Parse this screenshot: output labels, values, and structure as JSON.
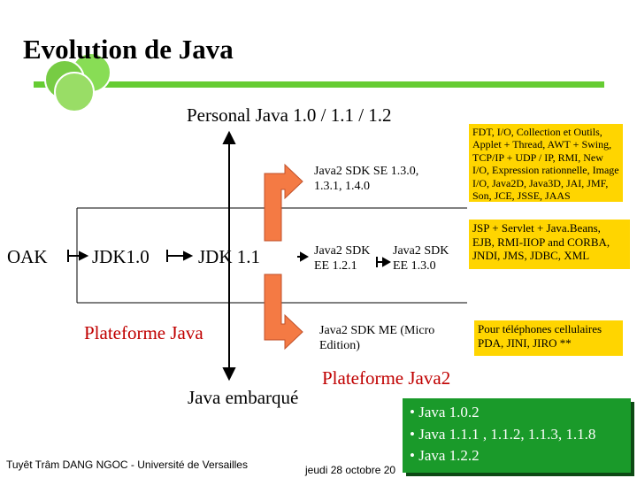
{
  "slide": {
    "title": "Evolution de Java",
    "personal_java": "Personal Java 1.0 / 1.1 / 1.2",
    "oak": "OAK",
    "jdk10": "JDK1.0",
    "jdk11": "JDK 1.1",
    "plateforme_java": "Plateforme Java",
    "java_embarque": "Java embarqué",
    "plateforme_java2": "Plateforme Java2",
    "se_line1": "Java2 SDK SE 1.3.0,",
    "se_line2": "1.3.1, 1.4.0",
    "ee121_line1": "Java2 SDK",
    "ee121_line2": "EE 1.2.1",
    "ee130_line1": "Java2 SDK",
    "ee130_line2": "EE 1.3.0",
    "me_line1": "Java2 SDK ME (Micro",
    "me_line2": "Edition)",
    "se_box": [
      "FDT, I/O, Collection et Outils,",
      "Applet + Thread, AWT + Swing,",
      "TCP/IP + UDP / IP, RMI, New",
      "I/O, Expression rationnelle, Image",
      "I/O, Java2D, Java3D, JAI, JMF,",
      "Son, JCE, JSSE, JAAS"
    ],
    "ee_box": [
      "JSP + Servlet + Java.Beans,",
      "EJB, RMI-IIOP and CORBA,",
      "JNDI, JMS, JDBC, XML"
    ],
    "me_box": [
      "Pour téléphones cellulaires",
      "PDA, JINI, JIRO **"
    ],
    "versions": [
      "• Java 1.0.2",
      "• Java 1.1.1 , 1.1.2, 1.1.3, 1.1.8",
      "• Java 1.2.2"
    ],
    "footer_left": "Tuyêt Trâm DANG NGOC - Université de Versailles",
    "footer_date": "jeudi 28 octobre 20",
    "colors": {
      "green_bar": "#66cc33",
      "yellow": "#ffd500",
      "green_box": "#1a9a2a",
      "arrow_orange": "#f47a44",
      "red_text": "#c00000"
    }
  }
}
